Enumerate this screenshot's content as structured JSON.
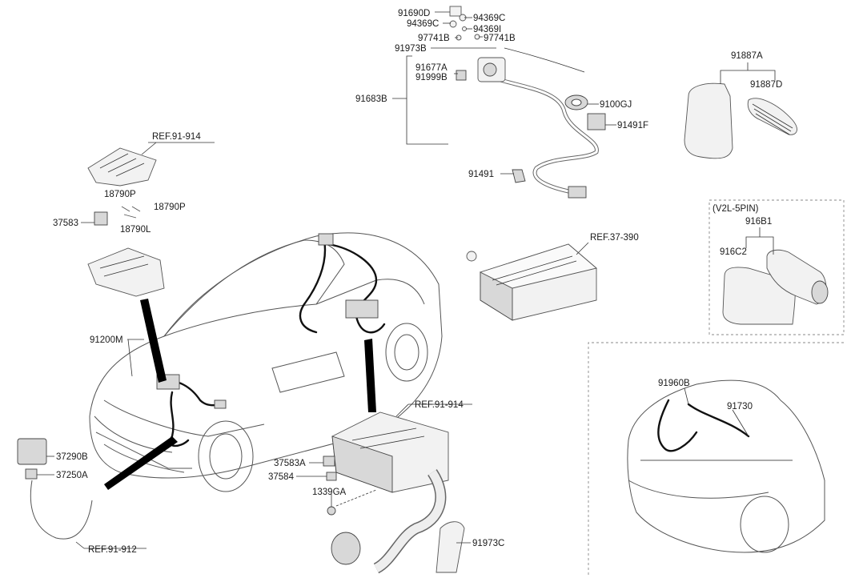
{
  "labels": {
    "p91690D": "91690D",
    "p94369C_a": "94369C",
    "p94369C_b": "94369C",
    "p94369I": "94369I",
    "p97741B_a": "97741B",
    "p97741B_b": "97741B",
    "p91973B": "91973B",
    "p91677A": "91677A",
    "p91999B": "91999B",
    "p91683B": "91683B",
    "p9100GJ": "9100GJ",
    "p91491F": "91491F",
    "p91491": "91491",
    "p91887A": "91887A",
    "p91887D": "91887D",
    "v2l": "(V2L-5PIN)",
    "p916B1": "916B1",
    "p916C2": "916C2",
    "ref37390": "REF.37-390",
    "ref91914_a": "REF.91-914",
    "p18790P_a": "18790P",
    "p18790P_b": "18790P",
    "p37583": "37583",
    "p18790L": "18790L",
    "p91200M": "91200M",
    "p37290B": "37290B",
    "p37250A": "37250A",
    "ref91912": "REF.91-912",
    "ref91914_b": "REF.91-914",
    "p37583A": "37583A",
    "p37584": "37584",
    "p1339GA": "1339GA",
    "p91973C": "91973C",
    "p91960B": "91960B",
    "p91730": "91730"
  }
}
